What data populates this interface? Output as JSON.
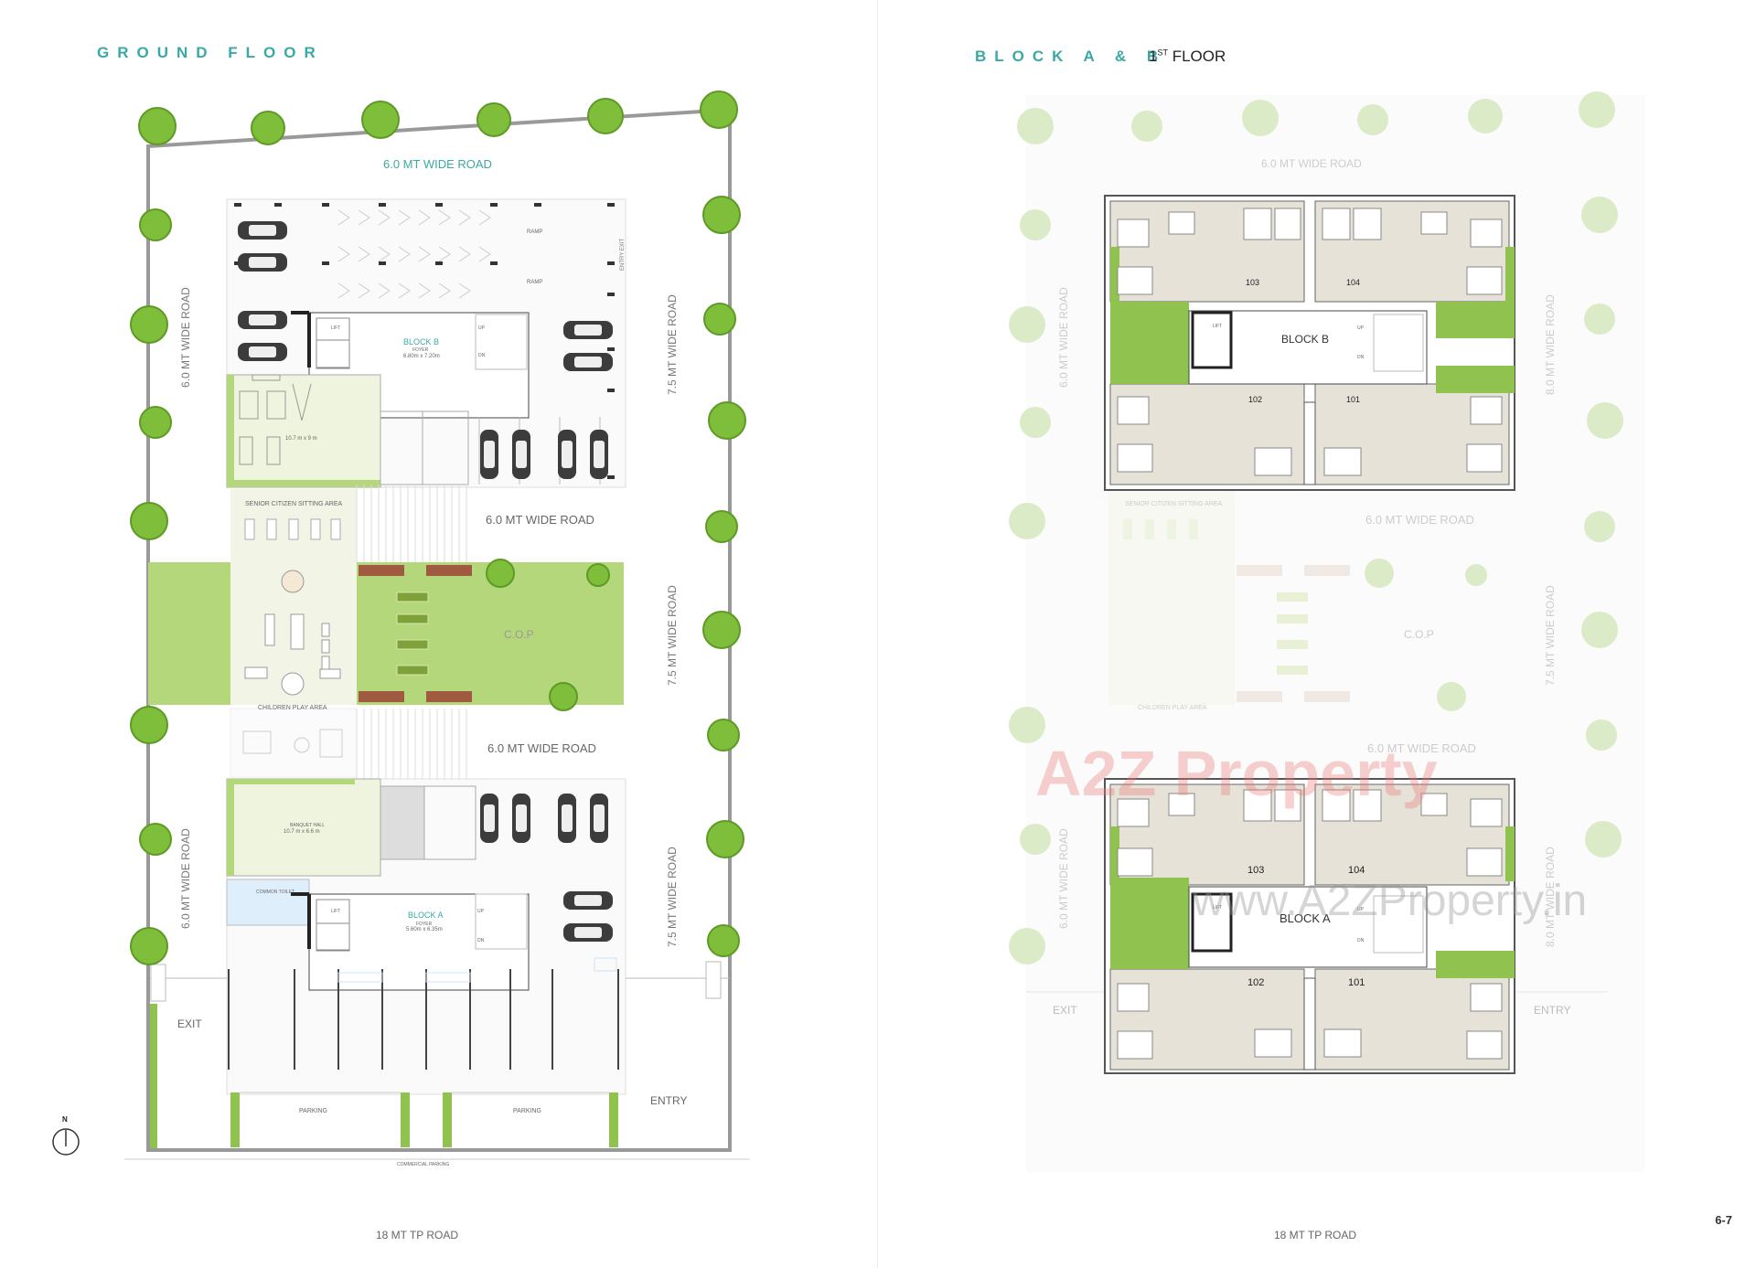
{
  "left": {
    "title": "GROUND FLOOR",
    "roads": {
      "top": "6.0 MT WIDE ROAD",
      "left_upper": "6.0 MT WIDE ROAD",
      "left_lower": "6.0 MT WIDE ROAD",
      "right_upper": "7.5 MT WIDE ROAD",
      "right_middle": "7.5 MT WIDE ROAD",
      "right_lower": "7.5 MT WIDE ROAD",
      "internal_upper": "6.0 MT WIDE ROAD",
      "internal_lower": "6.0 MT WIDE ROAD",
      "bottom": "18 MT TP ROAD"
    },
    "labels": {
      "ramp_1": "RAMP",
      "ramp_2": "RAMP",
      "entry_exit": "ENTRY EXIT",
      "block_b": "BLOCK B",
      "block_b_foyer": "FOYER",
      "block_b_dim": "6.80m x 7.20m",
      "lift": "LIFT",
      "up": "UP",
      "dn": "DN",
      "gym_dim": "10.7 m x 9 m",
      "senior_area": "SENIOR CITIZEN SITTING AREA",
      "cop": "C.O.P",
      "children_area": "CHILDREN PLAY AREA",
      "banquet": "BANQUET HALL",
      "banquet_dim": "10.7 m x 6.6 m",
      "common_toilet": "COMMON TOILET",
      "block_a": "BLOCK A",
      "block_a_foyer": "FOYER",
      "block_a_dim": "5.60m x 6.35m",
      "exit": "EXIT",
      "entry": "ENTRY",
      "parking_1": "PARKING",
      "parking_2": "PARKING",
      "commercial_parking": "COMMERCIAL PARKING"
    },
    "north": "N"
  },
  "right": {
    "title_spaced": "BLOCK A & B",
    "title_num": "1",
    "title_sup": "ST",
    "title_rest": "FLOOR",
    "roads": {
      "top": "6.0 MT WIDE ROAD",
      "left_upper": "6.0 MT WIDE ROAD",
      "left_lower": "6.0 MT WIDE ROAD",
      "right_upper": "8.0 MT WIDE ROAD",
      "right_middle": "7.5 MT WIDE ROAD",
      "right_lower": "8.0 MT WIDE ROAD",
      "internal_upper": "6.0 MT WIDE ROAD",
      "internal_lower": "6.0 MT WIDE ROAD",
      "bottom": "18 MT TP ROAD"
    },
    "labels": {
      "block_b": "BLOCK B",
      "block_a": "BLOCK A",
      "lift": "LIFT",
      "up": "UP",
      "dn": "DN",
      "unit_101": "101",
      "unit_102": "102",
      "unit_103": "103",
      "unit_104": "104",
      "cop": "C.O.P",
      "senior_area": "SENIOR CITIZEN SITTING AREA",
      "children_area": "CHILDREN PLAY AREA",
      "exit": "EXIT",
      "entry": "ENTRY"
    }
  },
  "watermark": {
    "logo": "A2Z Property",
    "url": "www.A2ZProperty.in"
  },
  "page_number": "6-7",
  "colors": {
    "teal": "#3aa9a5",
    "lawn": "#b5d77c",
    "tree": "#7fbe3a",
    "wall": "#555555"
  }
}
